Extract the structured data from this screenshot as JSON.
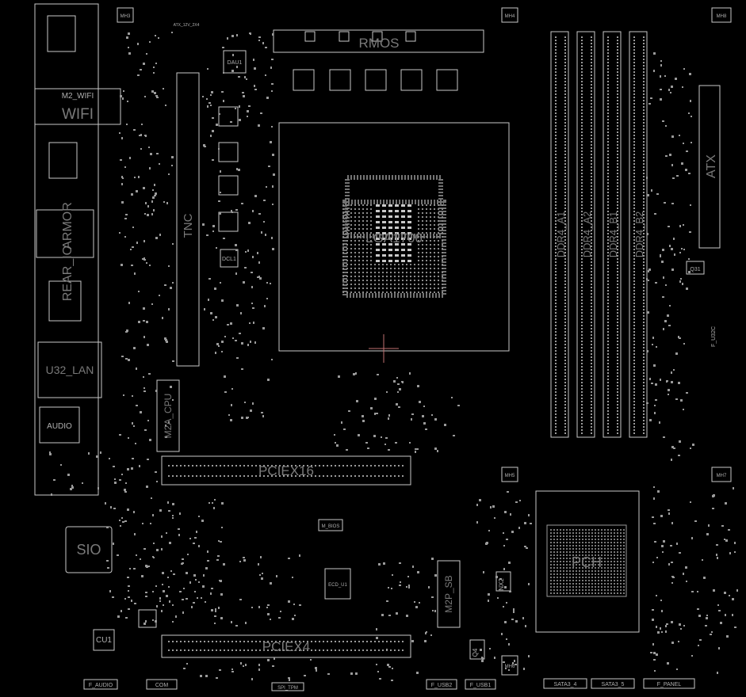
{
  "colors": {
    "background": "#000000",
    "outline": "#c8c8c8",
    "outline_dim": "#8a8a8a",
    "label_large": "#7a7a7a",
    "label_small": "#b0b0b0",
    "pad": "#9a9a9a",
    "marker": "#c07070",
    "accent_green": "#4a9a4a"
  },
  "labels": {
    "vrm": "RMOS",
    "m2_wifi": "M2_WIFI",
    "wifi": "WIFI",
    "armor": "ARMOR",
    "rear_io": "REAR_IO",
    "lan": "U32_LAN",
    "audio": "AUDIO",
    "sio": "SIO",
    "cu1": "CU1",
    "m2a_cpu": "M2A_CPU",
    "pciex16": "PCIEX16",
    "pciex4": "PCIEX4",
    "cpu_socket": "LGA1700",
    "ddr4_a1": "DDR4_A1",
    "ddr4_a2": "DDR4_A2",
    "ddr4_b1": "DDR4_B1",
    "ddr4_b2": "DDR4_B2",
    "atx": "ATX",
    "pch": "PCH",
    "m2p_sb": "M2P_SB",
    "nx2": "NX2",
    "q4": "Q4",
    "q31": "Q31",
    "dcl1": "DCL1",
    "dau1": "DAU1",
    "m_bios": "M_BIOS",
    "ecd_u1": "ECD_U1",
    "f_audio": "F_AUDIO",
    "com": "COM",
    "spi_tpm": "SPI_TPM",
    "f_usb2": "F_USB2",
    "f_usb1": "F_USB1",
    "sata_1_4": "SATA3_4",
    "sata_5_6": "SATA3_5",
    "f_panel": "F_PANEL",
    "atx_12v": "ATX_12V_2X4",
    "mh3": "MH3",
    "mh4": "MH4",
    "mh5": "MH5",
    "mh6": "MH6",
    "mh7": "MH7",
    "mh8": "MH8",
    "f_u32c": "F_U32C"
  }
}
